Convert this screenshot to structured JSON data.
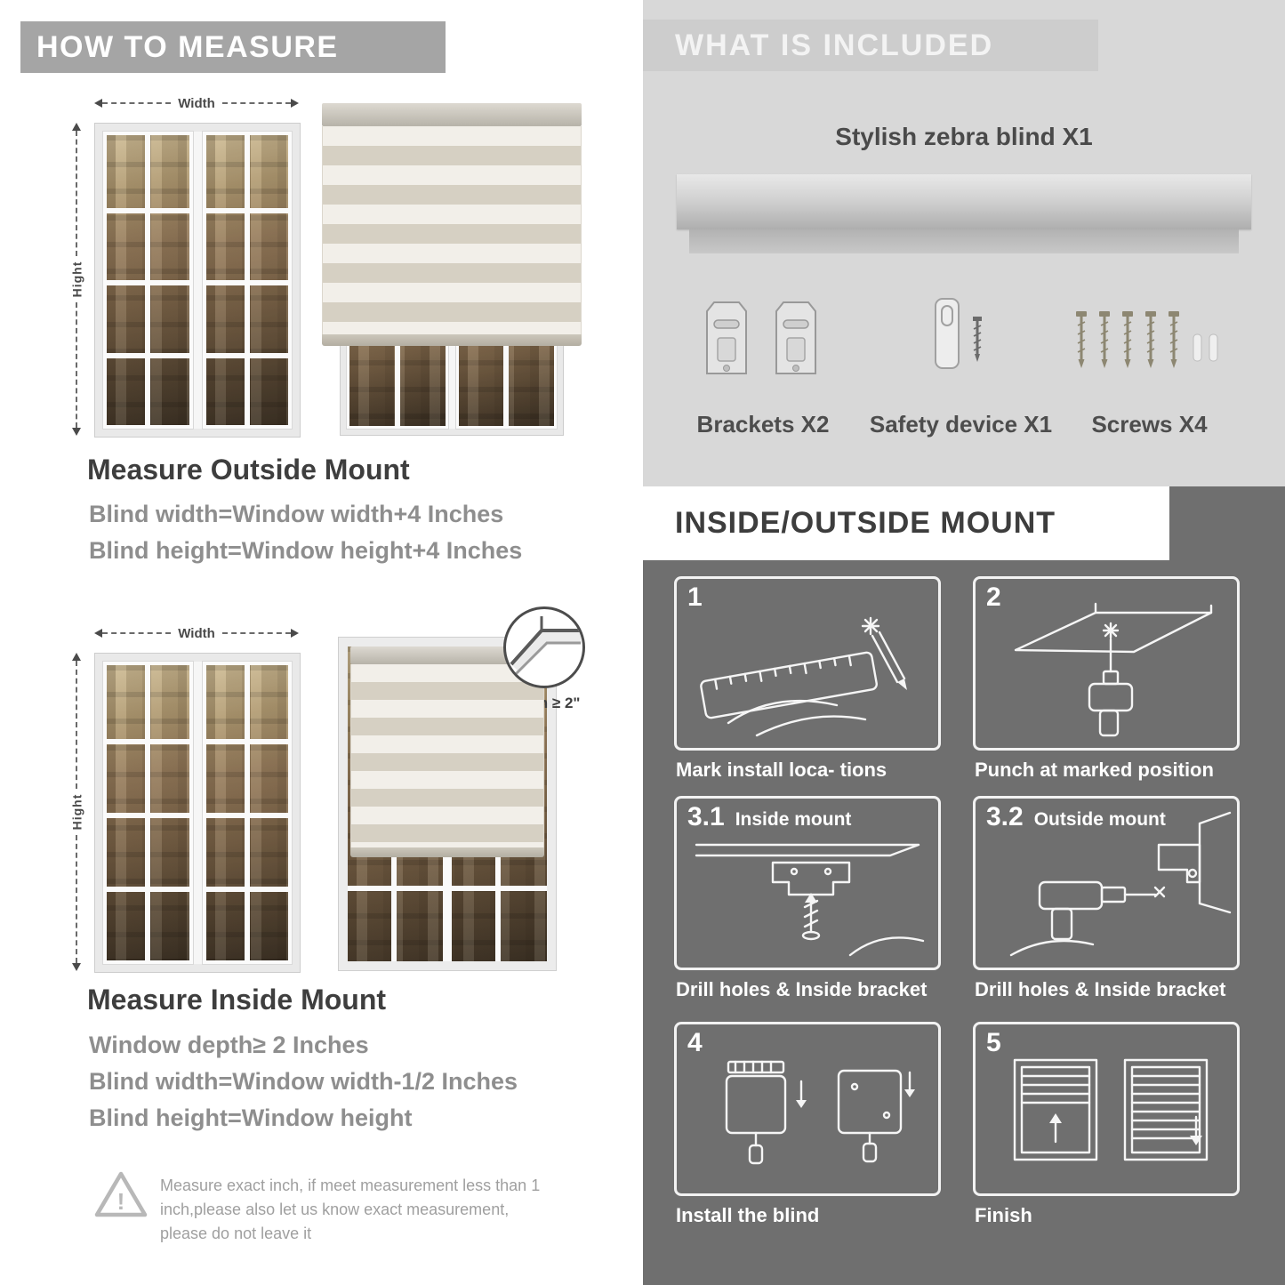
{
  "colors": {
    "banner_gray": "#a5a5a5",
    "light_section": "#d8d8d8",
    "dark_section": "#6f6f6f",
    "formula_gray": "#8e8e8e"
  },
  "how_to_measure": {
    "header": "HOW TO MEASURE",
    "outside": {
      "width_label": "Width",
      "height_label": "Hight",
      "title": "Measure Outside Mount",
      "formula1": "Blind width=Window width+4 Inches",
      "formula2": "Blind height=Window height+4 Inches"
    },
    "inside": {
      "width_label": "Width",
      "height_label": "Hight",
      "depth_label": "Depth ≥ 2\"",
      "title": "Measure Inside Mount",
      "formula1": "Window depth≥ 2 Inches",
      "formula2": "Blind width=Window width-1/2 Inches",
      "formula3": "Blind height=Window height"
    },
    "warning_mark": "!",
    "note": "Measure exact inch, if meet measurement less than 1 inch,please also let us know exact measurement, please do not leave it"
  },
  "included": {
    "header": "WHAT IS INCLUDED",
    "product_title": "Stylish zebra blind X1",
    "items": [
      {
        "label": "Brackets X2"
      },
      {
        "label": "Safety device X1"
      },
      {
        "label": "Screws X4"
      }
    ]
  },
  "mount_guide": {
    "header": "INSIDE/OUTSIDE MOUNT",
    "steps": [
      {
        "num": "1",
        "inner_label": "",
        "caption": "Mark install loca- tions"
      },
      {
        "num": "2",
        "inner_label": "",
        "caption": "Punch at  marked position"
      },
      {
        "num": "3.1",
        "inner_label": "Inside mount",
        "caption": "Drill holes &  Inside bracket"
      },
      {
        "num": "3.2",
        "inner_label": "Outside mount",
        "caption": "Drill holes &  Inside bracket"
      },
      {
        "num": "4",
        "inner_label": "",
        "caption": "Install the blind"
      },
      {
        "num": "5",
        "inner_label": "",
        "caption": "Finish"
      }
    ]
  }
}
